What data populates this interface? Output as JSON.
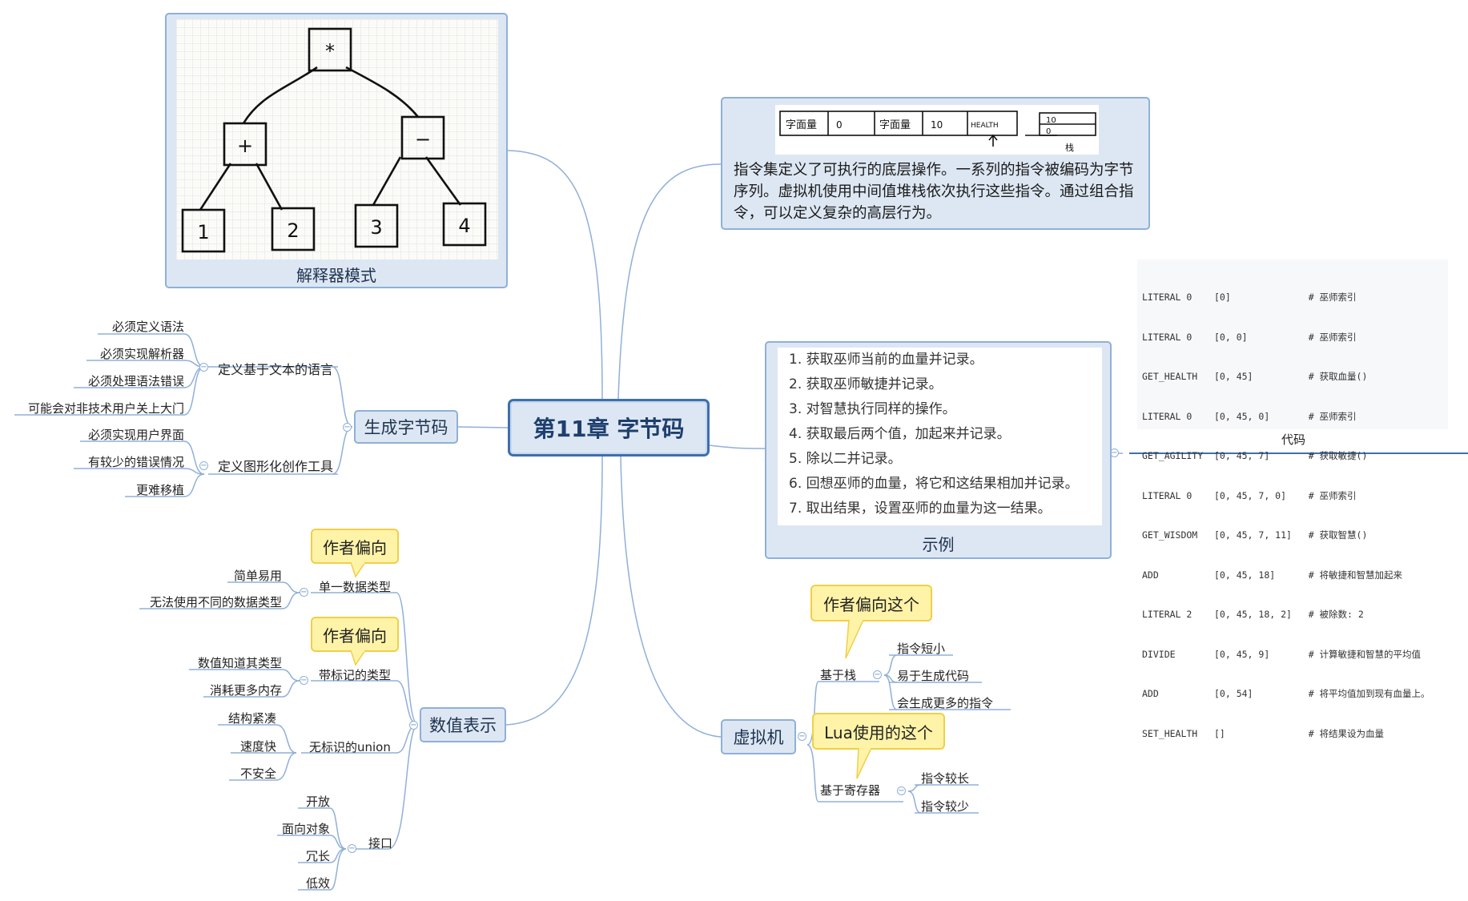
{
  "central": "第11章 字节码",
  "interpreter": {
    "caption": "解释器模式",
    "tree": {
      "root": "*",
      "left": "+",
      "right": "−",
      "leaves": [
        "1",
        "2",
        "3",
        "4"
      ]
    }
  },
  "instructions": {
    "sketch": {
      "cell1": "字面量",
      "cell2": "0",
      "cell3": "字面量",
      "cell4": "10",
      "cell5": "HEALTH",
      "stack_top": "10",
      "stack_bottom": "0",
      "stack_label": "栈"
    },
    "text": "指令集定义了可执行的底层操作。一系列的指令被编码为字节序列。虚拟机使用中间值堆栈依次执行这些指令。通过组合指令，可以定义复杂的高层行为。"
  },
  "example": {
    "label": "示例",
    "steps": [
      "获取巫师当前的血量并记录。",
      "获取巫师敏捷并记录。",
      "对智慧执行同样的操作。",
      "获取最后两个值，加起来并记录。",
      "除以二并记录。",
      "回想巫师的血量，将它和这结果相加并记录。",
      "取出结果，设置巫师的血量为这一结果。"
    ]
  },
  "code": {
    "label": "代码",
    "lines": [
      "LITERAL 0    [0]              # 巫师索引",
      "LITERAL 0    [0, 0]           # 巫师索引",
      "GET_HEALTH   [0, 45]          # 获取血量()",
      "LITERAL 0    [0, 45, 0]       # 巫师索引",
      "GET_AGILITY  [0, 45, 7]       # 获取敏捷()",
      "LITERAL 0    [0, 45, 7, 0]    # 巫师索引",
      "GET_WISDOM   [0, 45, 7, 11]   # 获取智慧()",
      "ADD          [0, 45, 18]      # 将敏捷和智慧加起来",
      "LITERAL 2    [0, 45, 18, 2]   # 被除数: 2",
      "DIVIDE       [0, 45, 9]       # 计算敏捷和智慧的平均值",
      "ADD          [0, 54]          # 将平均值加到现有血量上。",
      "SET_HEALTH   []               # 将结果设为血量"
    ]
  },
  "generate": {
    "label": "生成字节码",
    "text_lang": {
      "label": "定义基于文本的语言",
      "items": [
        "必须定义语法",
        "必须实现解析器",
        "必须处理语法错误",
        "可能会对非技术用户关上大门"
      ]
    },
    "gui": {
      "label": "定义图形化创作工具",
      "items": [
        "必须实现用户界面",
        "有较少的错误情况",
        "更难移植"
      ]
    }
  },
  "values": {
    "label": "数值表示",
    "single": {
      "label": "单一数据类型",
      "callout": "作者偏向",
      "items": [
        "简单易用",
        "无法使用不同的数据类型"
      ]
    },
    "tagged": {
      "label": "带标记的类型",
      "callout": "作者偏向",
      "items": [
        "数值知道其类型",
        "消耗更多内存"
      ]
    },
    "union": {
      "label": "无标识的union",
      "items": [
        "结构紧凑",
        "速度快",
        "不安全"
      ]
    },
    "iface": {
      "label": "接口",
      "items": [
        "开放",
        "面向对象",
        "冗长",
        "低效"
      ]
    }
  },
  "vm": {
    "label": "虚拟机",
    "stack": {
      "label": "基于栈",
      "callout": "作者偏向这个",
      "items": [
        "指令短小",
        "易于生成代码",
        "会生成更多的指令"
      ]
    },
    "register": {
      "label": "基于寄存器",
      "callout": "Lua使用的这个",
      "items": [
        "指令较长",
        "指令较少"
      ]
    }
  }
}
